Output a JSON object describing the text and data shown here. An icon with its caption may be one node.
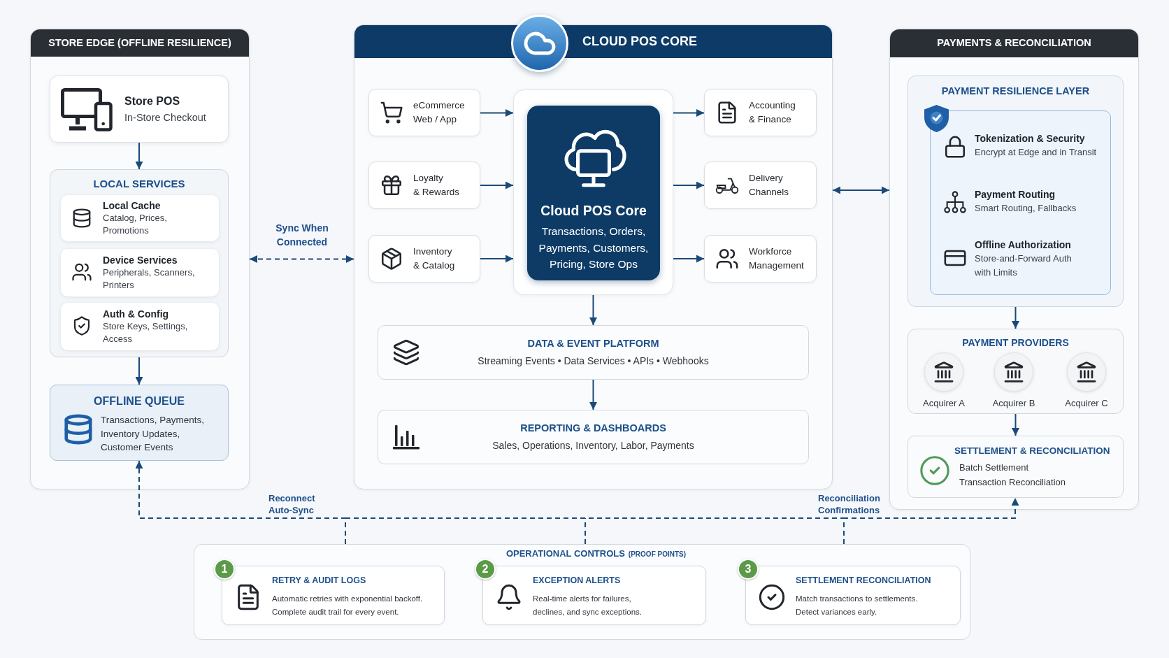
{
  "diagram": {
    "nodes": [
      {
        "text": [
          "STORE EDGE (OFFLINE RESILIENCE)"
        ]
      },
      {
        "text": [
          "Store POS",
          "In-Store Checkout"
        ],
        "in": 0
      },
      {
        "text": [
          "LOCAL SERVICES"
        ],
        "in": 0
      },
      {
        "text": [
          "Local Cache",
          "Catalog, Prices, Promotions"
        ],
        "in": 2
      },
      {
        "text": [
          "Device Services",
          "Peripherals, Scanners, Printers"
        ],
        "in": 2
      },
      {
        "text": [
          "Auth & Config",
          "Store Keys, Settings, Access"
        ],
        "in": 2
      },
      {
        "text": [
          "OFFLINE QUEUE",
          "Transactions, Payments, Inventory Updates, Customer Events"
        ],
        "in": 0
      },
      {
        "text": [
          "CLOUD POS CORE"
        ]
      },
      {
        "text": [
          "eCommerce",
          "Web / App"
        ],
        "in": 7
      },
      {
        "text": [
          "Loyalty",
          "& Rewards"
        ],
        "in": 7
      },
      {
        "text": [
          "Inventory",
          "& Catalog"
        ],
        "in": 7
      },
      {
        "text": [],
        "shape": "box",
        "in": 7
      },
      {
        "text": [
          "Cloud POS Core",
          "Transactions, Orders, Payments, Customers, Pricing, Store Ops"
        ],
        "in": 11
      },
      {
        "text": [
          "Accounting",
          "& Finance"
        ],
        "in": 7
      },
      {
        "text": [
          "Delivery",
          "Channels"
        ],
        "in": 7
      },
      {
        "text": [
          "Workforce",
          "Management"
        ],
        "in": 7
      },
      {
        "text": [
          "DATA & EVENT PLATFORM",
          "Streaming Events • Data Services • APIs • Webhooks"
        ],
        "in": 7
      },
      {
        "text": [
          "REPORTING & DASHBOARDS",
          "Sales, Operations, Inventory, Labor, Payments"
        ],
        "in": 7
      },
      {
        "text": [
          "PAYMENTS & RECONCILIATION"
        ]
      },
      {
        "text": [
          "PAYMENT RESILIENCE LAYER"
        ],
        "in": 18
      },
      {
        "text": [
          "Tokenization & Security",
          "Encrypt at Edge and in Transit",
          "Payment Routing",
          "Smart Routing, Fallbacks",
          "Offline Authorization",
          "Store-and-Forward Auth with Limits"
        ],
        "in": 19
      },
      {
        "text": [
          "PAYMENT PROVIDERS"
        ],
        "in": 18
      },
      {
        "text": [
          "Acquirer A"
        ],
        "in": 21
      },
      {
        "text": [
          "Acquirer B"
        ],
        "in": 21
      },
      {
        "text": [
          "Acquirer C"
        ],
        "in": 21
      },
      {
        "text": [
          "SETTLEMENT & RECONCILIATION",
          "Batch Settlement",
          "Transaction Reconciliation"
        ],
        "in": 18
      },
      {
        "text": [
          "OPERATIONAL CONTROLS",
          "(PROOF POINTS)"
        ]
      },
      {
        "text": [
          "1",
          "RETRY & AUDIT LOGS",
          "Automatic retries with exponential backoff. Complete audit trail for every event."
        ],
        "in": 26
      },
      {
        "text": [
          "2",
          "EXCEPTION ALERTS",
          "Real-time alerts for failures, declines, and sync exceptions."
        ],
        "in": 26
      },
      {
        "text": [
          "3",
          "SETTLEMENT RECONCILIATION",
          "Match transactions to settlements. Detect variances early."
        ],
        "in": 26
      }
    ],
    "edges": [
      {
        "from": 1,
        "to": 2,
        "arrow": "to"
      },
      {
        "from": 2,
        "to": 6,
        "arrow": "to"
      },
      {
        "from": 0,
        "to": 7,
        "arrow": "both",
        "style": "dashed",
        "label": "Sync When Connected"
      },
      {
        "from": 8,
        "to": 11,
        "arrow": "to"
      },
      {
        "from": 9,
        "to": 11,
        "arrow": "to"
      },
      {
        "from": 10,
        "to": 11,
        "arrow": "to"
      },
      {
        "from": 11,
        "to": 13,
        "arrow": "to"
      },
      {
        "from": 11,
        "to": 14,
        "arrow": "to"
      },
      {
        "from": 11,
        "to": 15,
        "arrow": "to"
      },
      {
        "from": 11,
        "to": 16,
        "arrow": "to"
      },
      {
        "from": 16,
        "to": 17,
        "arrow": "to"
      },
      {
        "from": 7,
        "to": 18,
        "arrow": "both"
      },
      {
        "from": 19,
        "to": 21,
        "arrow": "to"
      },
      {
        "from": 21,
        "to": 25,
        "arrow": "to"
      },
      {
        "from": 26,
        "to": 6,
        "arrow": "to",
        "style": "dashed",
        "label": "Reconnect Auto-Sync"
      },
      {
        "from": 26,
        "to": 25,
        "arrow": "to",
        "style": "dashed",
        "label": "Reconciliation Confirmations"
      }
    ]
  }
}
